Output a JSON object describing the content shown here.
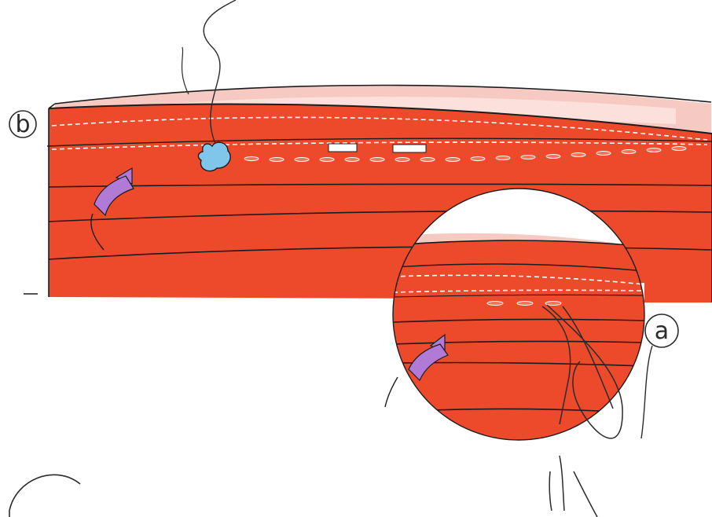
{
  "figure": {
    "callouts": [
      {
        "id": "b",
        "label": "b"
      },
      {
        "id": "a",
        "label": "a"
      }
    ],
    "colors": {
      "band": "#ec4a2a",
      "band_dark": "#d83a1c",
      "rim": "#e9532f",
      "inner": "#f6c9c3",
      "inner_light": "#fbe0dc",
      "arrow": "#b07ad6",
      "tag": "#7fc6ea",
      "thread": "#2b2b2b",
      "stitch": "#ffffff",
      "outline": "#1c1c1c"
    },
    "icons": {
      "direction_arrow": "curved-arrow-icon",
      "thread_tag": "thread-tag-icon",
      "needle": "needle-icon"
    }
  }
}
